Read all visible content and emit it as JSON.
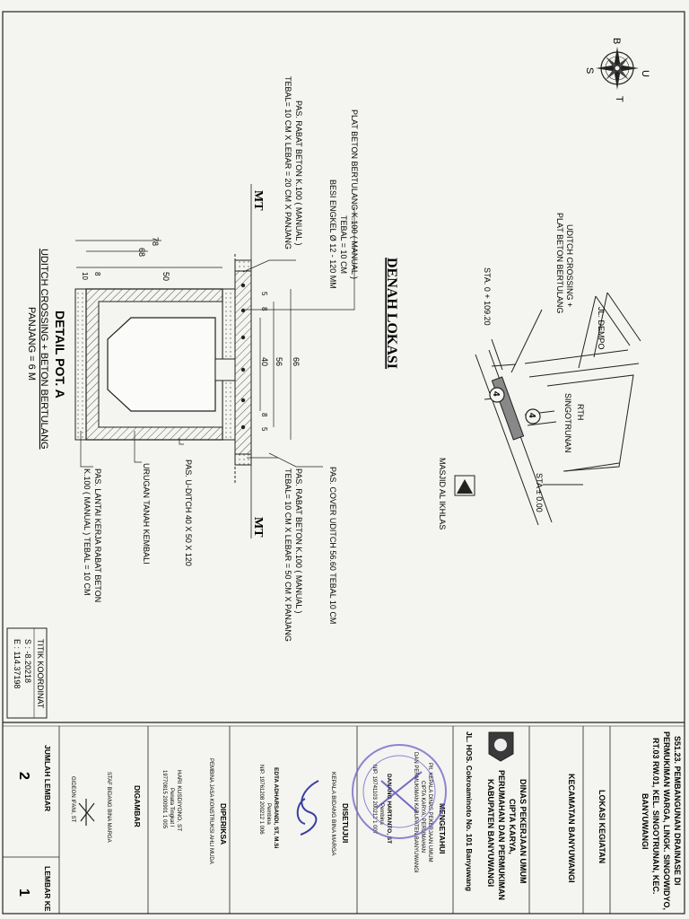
{
  "compass": {
    "n": "U",
    "s": "S",
    "e": "T",
    "w": "B"
  },
  "location": {
    "title": "DENAH LOKASI",
    "street": "JL. DEMPO",
    "rth": "RTH",
    "rth_sub": "SINGOTRUNAN",
    "mosque": "MASJID AL IKHLAS",
    "sta_start": "STA. 0 + 109.20",
    "sta_end": "STA ± 0.00",
    "crossing_label_1": "UDITCH CROSSING +",
    "crossing_label_2": "PLAT BETON BERTULANG",
    "marker": "4"
  },
  "section": {
    "title": "DETAIL POT. A",
    "subtitle": "UDITCH CROSSING + BETON BERTULANG",
    "length": "PANJANG = 6 M",
    "cut_mark": "MT",
    "label_plat_1": "PLAT BETON BERTULANG K.100 ( MANUAL )",
    "label_plat_2": "TEBAL = 10 CM",
    "label_plat_3": "BESI ENGKEL Ø 12 - 120 MM",
    "label_rabat_left_1": "PAS. RABAT BETON K.100 ( MANUAL )",
    "label_rabat_left_2": "TEBAL= 10 CM X LEBAR = 20 CM X PANJANG",
    "label_cover": "PAS. COVER UDITCH 56.60 TEBAL 10 CM",
    "label_rabat_right_1": "PAS. RABAT BETON K.100 ( MANUAL )",
    "label_rabat_right_2": "TEBAL= 10 CM X LEBAR = 50 CM X PANJANG",
    "label_uditch": "PAS. U-DITCH 40 X 50 X 120",
    "label_urugan": "URUGAN TANAH KEMBALI",
    "label_lantai_1": "PAS. LANTAI KERJA RABAT BETON",
    "label_lantai_2": "K.100 ( MANUAL ) TEBAL = 10 CM",
    "dim_66": "66",
    "dim_56": "56",
    "dim_40": "40",
    "dim_5": "5",
    "dim_8": "8",
    "dim_78": "78",
    "dim_68": "68",
    "dim_50": "50",
    "dim_10": "10"
  },
  "coord": {
    "title": "TITIK KOORDINAT",
    "s": "S : -8.20218",
    "e": "E : 114.37198"
  },
  "titleblock": {
    "project_1": "S51.23. PEMBANGUNAN DRAINASE DI",
    "project_2": "PERMUKIMAN WARGA, LINGK. SINGOWIDYO,",
    "project_3": "RT.03 RW.01, KEL. SINGOTRUNAN, KEC.",
    "project_4": "BANYUWANGI",
    "lokasi_label": "LOKASI KEGIATAN",
    "lokasi_value": "KECAMATAN BANYUWANGI",
    "agency_1": "DINAS PEKERJAAN UMUM",
    "agency_2": "CIPTA KARYA,",
    "agency_3": "PERUMAHAN DAN PERMUKIMAN",
    "agency_4": "KABUPATEN BANYUWANGI",
    "agency_5": "JL. HOS. Cokroaminoto No. 101 Banyuwang",
    "mengetahui": "MENGETAHUI",
    "mengetahui_1": "Plt. KEPALA DINAS PEKERJAAN UMUM",
    "mengetahui_2": "CIPTA KARYA, PERUMAHAN",
    "mengetahui_3": "DAN PERMUKIMAN KABUPATEN BANYUWANGI",
    "mengetahui_name": "DANANG HARTANTO, ST",
    "mengetahui_rank": "Pembina",
    "mengetahui_nip": "NIP. 19741103 200212 1 007",
    "disetujui": "DISETUJUI",
    "disetujui_1": "KEPALA BIDANG BINA MARGA",
    "disetujui_name": "EDTA ADHARSANDI, ST, M.Si",
    "disetujui_rank": "Pembina",
    "disetujui_nip": "NIP. 19761208 200212 1 006",
    "diperiksa": "DIPERIKSA",
    "diperiksa_1": "PEMBINA JASA KONSTRUKSI AHLI MUDA",
    "diperiksa_name": "HARI KUSDIYONO, ST",
    "diperiksa_rank": "Penata Tingkat I",
    "diperiksa_nip": "19770815 200901 1 005",
    "digambar": "DIGAMBAR",
    "digambar_1": "STAF BIDANG BINA MARGA",
    "digambar_name": "GIDEON IFANI, ST",
    "jumlah_label": "JUMLAH LEMBAR",
    "jumlah_value": "2",
    "lembar_label": "LEMBAR KE",
    "lembar_value": "1"
  },
  "colors": {
    "ink": "#1a1a1a",
    "stamp": "#6a5fc9",
    "hatch": "#555555",
    "paper": "#f4f4f1"
  }
}
